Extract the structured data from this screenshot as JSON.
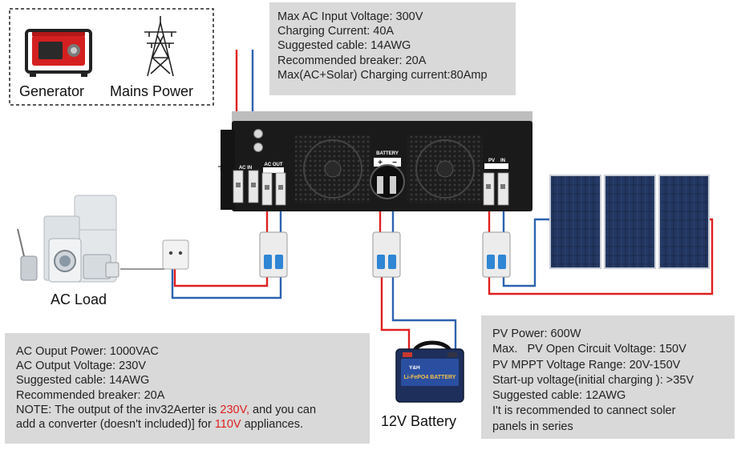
{
  "labels": {
    "generator": "Generator",
    "mains_power": "Mains Power",
    "ac_load": "AC Load",
    "battery": "12V Battery",
    "inverter_battery": "BATTERY",
    "inverter_pv": "PV",
    "inverter_pv_in": "IN",
    "inverter_ac_in": "AC IN",
    "inverter_ac_out": "AC OUT",
    "battery_brand": "Li-FePO4 BATTERY",
    "battery_logo": "Y&H"
  },
  "ac_input_info": [
    "Max AC Input Voltage: 300V",
    "Charging Current: 40A",
    "Suggested cable: 14AWG",
    "Recommended breaker: 20A",
    "Max(AC+Solar) Charging current:80Amp"
  ],
  "ac_output_info": {
    "lines": [
      "AC Ouput Power: 1000VAC",
      "AC Output Voltage: 230V",
      "Suggested cable: 14AWG",
      "Recommended breaker: 20A"
    ],
    "note_prefix": "NOTE: The output of the inv32Aerter is ",
    "note_voltage_230": "230V,",
    "note_middle": " and you can",
    "note_line2_prefix": "add a converter (doesn't included)] for ",
    "note_voltage_110": "110V",
    "note_suffix": " appliances."
  },
  "pv_info": [
    "PV Power: 600W",
    "Max.   PV Open Circuit Voltage: 150V",
    "PV MPPT Voltage Range: 20V-150V",
    "Start-up voltage(initial charging ): >35V",
    "Suggested cable: 12AWG",
    "I't is recommended to cannect soler",
    "panels in series"
  ],
  "colors": {
    "positive_wire": "#e02020",
    "negative_wire": "#2e62b0",
    "ground_wire": "#2e9e3e",
    "info_box": "#d9d9d9",
    "inverter_body": "#1a1a1a",
    "solar_cell": "#1b2a48",
    "highlight": "#e02020"
  }
}
